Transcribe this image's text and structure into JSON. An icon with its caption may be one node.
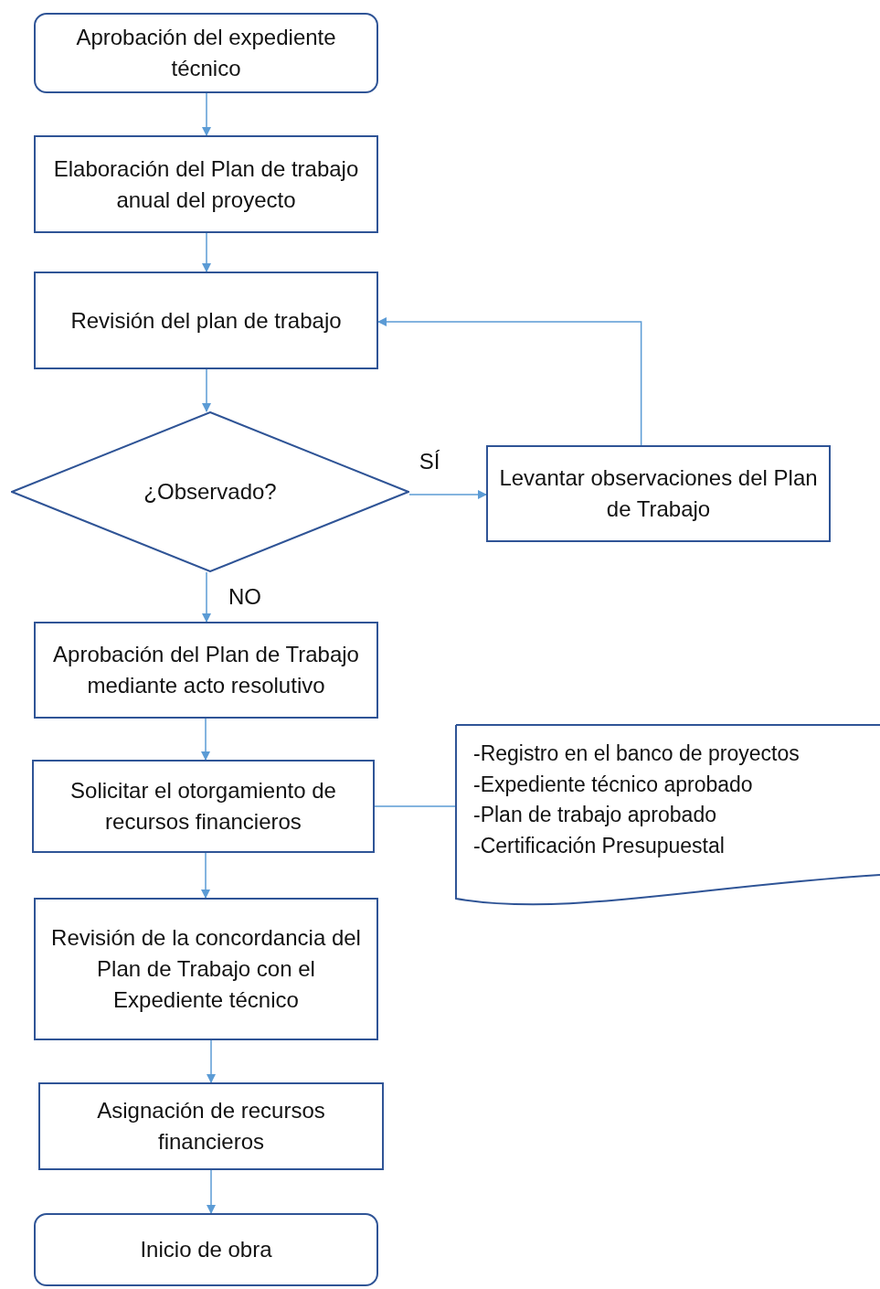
{
  "diagram": {
    "nodes": [
      {
        "text": [
          "Aprobación del expediente técnico"
        ]
      },
      {
        "text": [
          "Elaboración del Plan de trabajo anual del proyecto"
        ]
      },
      {
        "text": [
          "Revisión del plan de trabajo"
        ]
      },
      {
        "text": [
          "¿Observado?"
        ]
      },
      {
        "text": [
          "Levantar observaciones del Plan de Trabajo"
        ]
      },
      {
        "text": [
          "Aprobación del Plan de Trabajo mediante acto resolutivo"
        ]
      },
      {
        "text": [
          "Solicitar el otorgamiento de recursos financieros"
        ]
      },
      {
        "text": [
          "-Registro en el banco de proyectos",
          "-Expediente técnico aprobado",
          "-Plan de trabajo aprobado",
          "-Certificación Presupuestal"
        ]
      },
      {
        "text": [
          "Revisión de la concordancia del Plan de Trabajo con el Expediente técnico"
        ]
      },
      {
        "text": [
          "Asignación de recursos financieros"
        ]
      },
      {
        "text": [
          "Inicio de obra"
        ]
      }
    ],
    "edges": [
      {
        "from": 0,
        "to": 1,
        "arrow": "to"
      },
      {
        "from": 1,
        "to": 2,
        "arrow": "to"
      },
      {
        "from": 2,
        "to": 3,
        "arrow": "to"
      },
      {
        "from": 3,
        "to": 4,
        "arrow": "to",
        "label": "SÍ"
      },
      {
        "from": 4,
        "to": 2,
        "arrow": "to"
      },
      {
        "from": 3,
        "to": 5,
        "arrow": "to",
        "label": "NO"
      },
      {
        "from": 5,
        "to": 6,
        "arrow": "to"
      },
      {
        "from": 6,
        "to": 7,
        "arrow": "none"
      },
      {
        "from": 6,
        "to": 8,
        "arrow": "to"
      },
      {
        "from": 8,
        "to": 9,
        "arrow": "to"
      },
      {
        "from": 9,
        "to": 10,
        "arrow": "to"
      }
    ]
  }
}
